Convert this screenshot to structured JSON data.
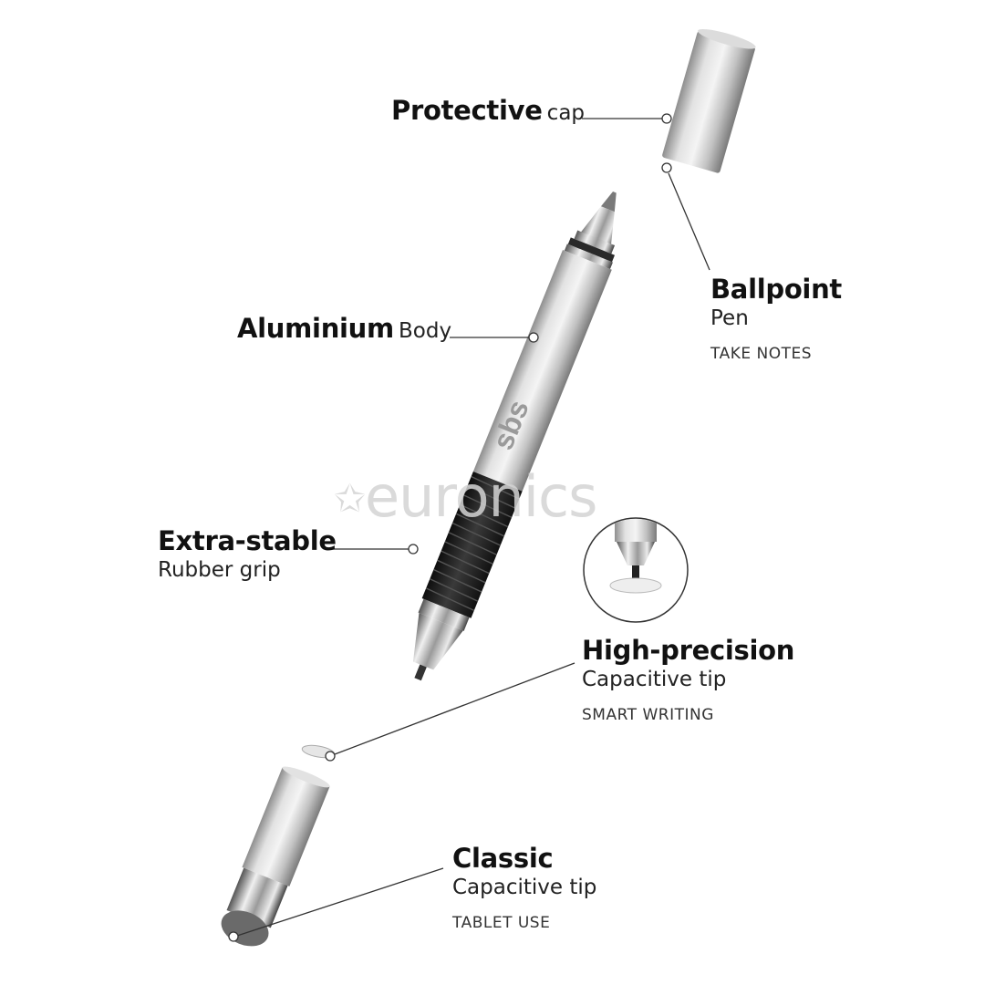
{
  "labels": {
    "protective": {
      "bold": "Protective",
      "rest": "cap"
    },
    "ballpoint": {
      "bold": "Ballpoint",
      "line2": "Pen",
      "caption": "TAKE NOTES"
    },
    "aluminium": {
      "bold": "Aluminium",
      "rest": "Body"
    },
    "grip": {
      "bold": "Extra-stable",
      "line2": "Rubber grip"
    },
    "precision": {
      "bold": "High-precision",
      "line2": "Capacitive tip",
      "caption": "SMART WRITING"
    },
    "classic": {
      "bold": "Classic",
      "line2": "Capacitive tip",
      "caption": "TABLET USE"
    }
  },
  "pen_brand": "sbs",
  "watermark": {
    "star": "✩",
    "text": "euronics"
  },
  "colors": {
    "aluminium": "#c8c8c8",
    "rubber": "#1e1e1e",
    "line": "#333333",
    "watermark": "#d4d4d4"
  }
}
